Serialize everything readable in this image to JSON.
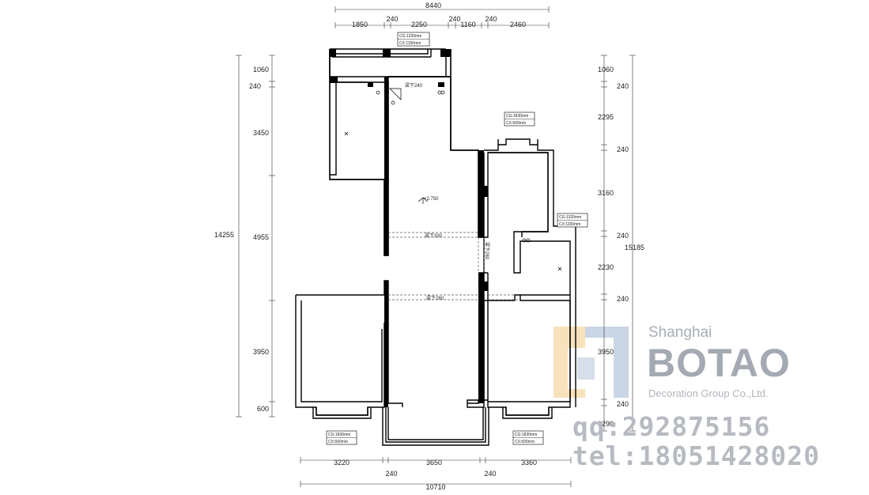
{
  "dimensions": {
    "top_total": "8440",
    "top_segments": [
      "1850",
      "240",
      "2250",
      "240",
      "1160",
      "240",
      "2460"
    ],
    "left_total": "14255",
    "left_segments": [
      "1060",
      "240",
      "3450",
      "4955",
      "3950",
      "600"
    ],
    "right_total": "15185",
    "right_segments": [
      "1060",
      "240",
      "2295",
      "240",
      "3160",
      "240",
      "2230",
      "240",
      "3950",
      "240",
      "1290"
    ],
    "bottom_segments": [
      "3220",
      "240",
      "3650",
      "240",
      "3360"
    ],
    "bottom_total": "10710"
  },
  "window_notes": {
    "top": [
      "CG:1320mm",
      "CX:1150mm"
    ],
    "right_upper": [
      "CG:1830mm",
      "CX:600mm"
    ],
    "right_mid": [
      "CG:1320mm",
      "CX:1150mm"
    ],
    "bottom_left": [
      "CG:1830mm",
      "CX:600mm"
    ],
    "bottom_right": [
      "CG:1830mm",
      "CX:600mm"
    ]
  },
  "beams": {
    "top": "梁下240",
    "middle": "梁下330",
    "vertical": "梁下280",
    "lower": "梁下280"
  },
  "elevation": "+2.750",
  "watermark": {
    "city": "Shanghai",
    "name": "BOTAO",
    "subtitle": "Decoration Group Co.,Ltd.",
    "qq": "qq:292875156",
    "tel": "tel:18051428020"
  }
}
